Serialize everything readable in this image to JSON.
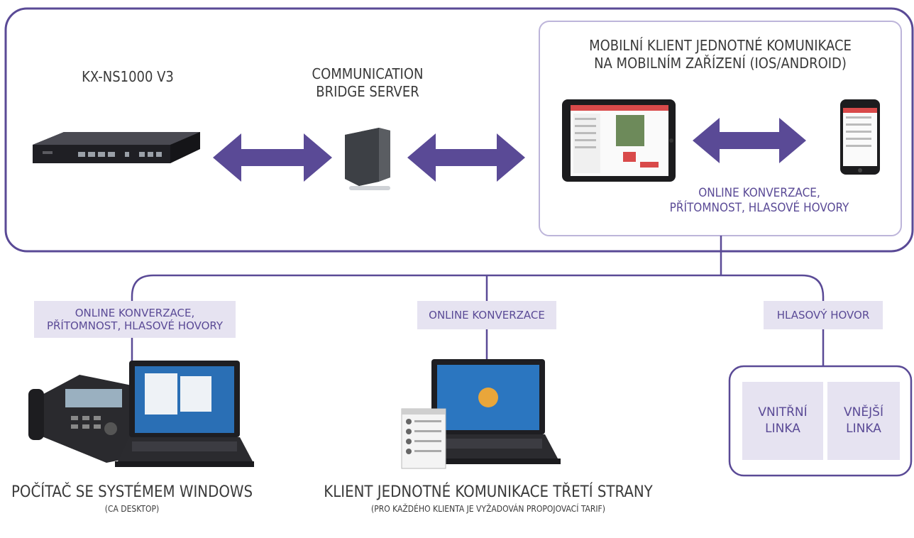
{
  "top_section": {
    "pbx_title": "KX-NS1000 V3",
    "bridge_title_line1": "COMMUNICATION",
    "bridge_title_line2": "BRIDGE SERVER",
    "mobile_title_line1": "MOBILNÍ KLIENT JEDNOTNÉ KOMUNIKACE",
    "mobile_title_line2": "NA MOBILNÍM ZAŘÍZENÍ (IOS/ANDROID)",
    "mobile_features_line1": "ONLINE KONVERZACE,",
    "mobile_features_line2": "PŘÍTOMNOST, HLASOVÉ HOVORY"
  },
  "branches": {
    "windows": {
      "tag_line1": "ONLINE KONVERZACE,",
      "tag_line2": "PŘÍTOMNOST, HLASOVÉ HOVORY",
      "title": "POČÍTAČ SE SYSTÉMEM WINDOWS",
      "subtitle": "(CA DESKTOP)"
    },
    "third_party": {
      "tag": "ONLINE KONVERZACE",
      "title": "KLIENT JEDNOTNÉ KOMUNIKACE TŘETÍ STRANY",
      "subtitle": "(PRO KAŽDÉHO KLIENTA JE VYŽADOVÁN PROPOJOVACÍ TARIF)"
    },
    "voice": {
      "tag": "HLASOVÝ HOVOR",
      "internal_line1": "VNITŘNÍ",
      "internal_line2": "LINKA",
      "external_line1": "VNĚJŠÍ",
      "external_line2": "LINKA"
    }
  },
  "colors": {
    "accent": "#5a4a96",
    "frame": "#5a4a96",
    "tag_bg": "#e6e3f1",
    "arrow": "#5a4a96"
  }
}
